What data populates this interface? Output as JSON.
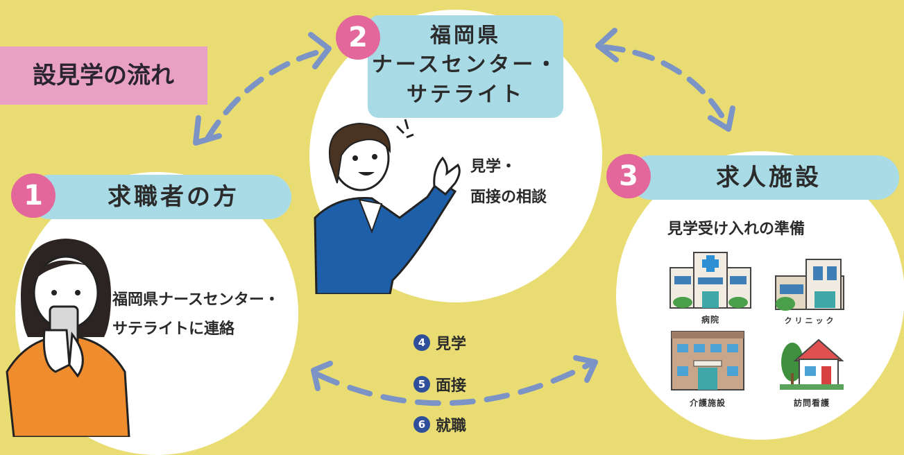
{
  "title": "設見学の流れ",
  "colors": {
    "background": "#e8dc72",
    "title_band": "#e8a0c4",
    "pill": "#a9dbe6",
    "badge": "#e4679b",
    "arrow": "#7c93c6",
    "step_number": "#2f4f9a"
  },
  "nodes": {
    "seeker": {
      "number": "1",
      "label": "求職者の方",
      "text_line1": "福岡県ナースセンター・",
      "text_line2": "サテライトに連絡"
    },
    "center": {
      "number": "2",
      "label_line1": "福岡県",
      "label_line2": "ナースセンター・",
      "label_line3": "サテライト",
      "text_line1": "見学・",
      "text_line2": "面接の相談"
    },
    "facility": {
      "number": "3",
      "label": "求人施設",
      "subtitle": "見学受け入れの準備",
      "buildings": [
        "病院",
        "クリニック",
        "介護施設",
        "訪問看護"
      ]
    }
  },
  "steps": [
    {
      "number": "4",
      "label": "見学"
    },
    {
      "number": "5",
      "label": "面接"
    },
    {
      "number": "6",
      "label": "就職"
    }
  ],
  "icons": [
    "person-phone-icon",
    "staff-pointing-icon",
    "hospital-icon",
    "clinic-icon",
    "care-facility-icon",
    "home-nursing-icon",
    "dashed-arrow-icon"
  ]
}
